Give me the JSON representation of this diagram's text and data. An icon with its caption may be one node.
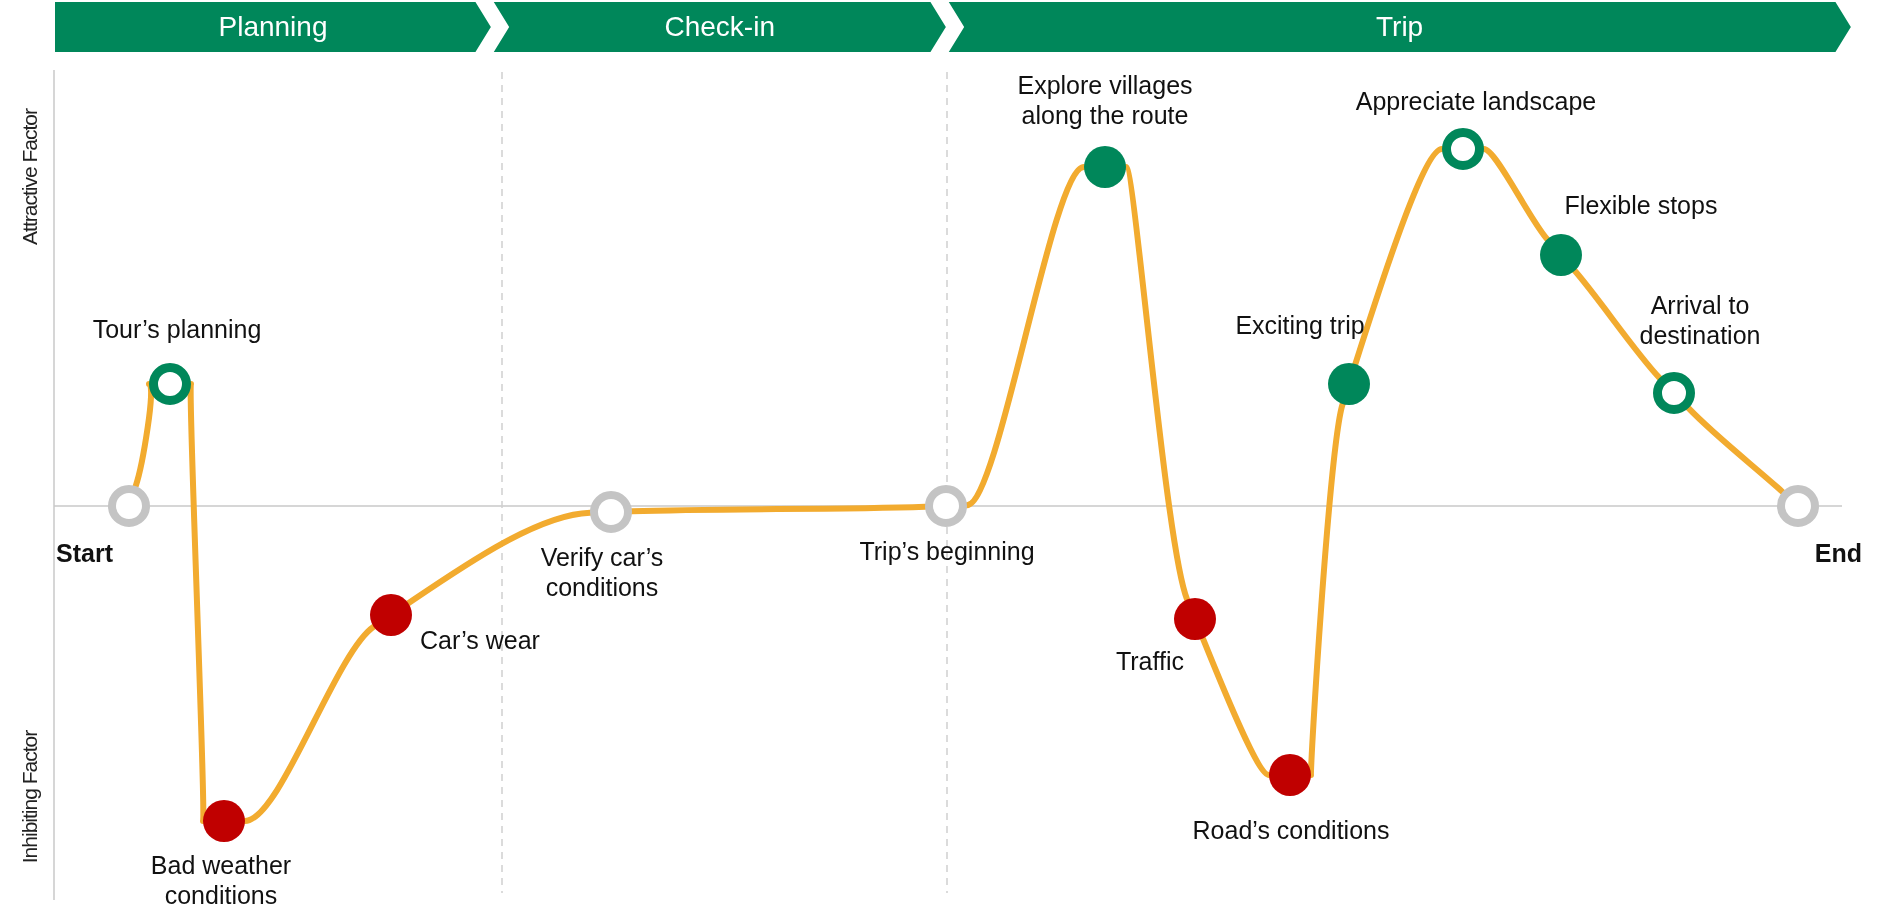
{
  "diagram": {
    "nodes": [
      {
        "text": [],
        "shape": "circle",
        "beside": [
          "Start"
        ]
      },
      {
        "text": [],
        "shape": "circle",
        "beside": [
          "Tour’s planning"
        ]
      },
      {
        "text": [],
        "shape": "circle",
        "beside": [
          "Bad weather conditions"
        ]
      },
      {
        "text": [],
        "shape": "circle",
        "beside": [
          "Car’s wear"
        ]
      },
      {
        "text": [],
        "shape": "circle",
        "beside": [
          "Verify car’s conditions"
        ]
      },
      {
        "text": [],
        "shape": "circle",
        "beside": [
          "Trip’s beginning"
        ]
      },
      {
        "text": [],
        "shape": "circle",
        "beside": [
          "Explore villages along the route"
        ]
      },
      {
        "text": [],
        "shape": "circle",
        "beside": [
          "Traffic"
        ]
      },
      {
        "text": [],
        "shape": "circle",
        "beside": [
          "Road’s conditions"
        ]
      },
      {
        "text": [],
        "shape": "circle",
        "beside": [
          "Exciting trip"
        ]
      },
      {
        "text": [],
        "shape": "circle",
        "beside": [
          "Appreciate landscape"
        ]
      },
      {
        "text": [],
        "shape": "circle",
        "beside": [
          "Flexible stops"
        ]
      },
      {
        "text": [],
        "shape": "circle",
        "beside": [
          "Arrival to destination"
        ]
      },
      {
        "text": [],
        "shape": "circle",
        "beside": [
          "End"
        ]
      }
    ],
    "edges": [
      {
        "from": 0,
        "to": 1,
        "arrow": "none"
      },
      {
        "from": 1,
        "to": 2,
        "arrow": "none"
      },
      {
        "from": 2,
        "to": 3,
        "arrow": "none"
      },
      {
        "from": 3,
        "to": 4,
        "arrow": "none"
      },
      {
        "from": 4,
        "to": 5,
        "arrow": "none"
      },
      {
        "from": 5,
        "to": 6,
        "arrow": "none"
      },
      {
        "from": 6,
        "to": 7,
        "arrow": "none"
      },
      {
        "from": 7,
        "to": 8,
        "arrow": "none"
      },
      {
        "from": 8,
        "to": 9,
        "arrow": "none"
      },
      {
        "from": 9,
        "to": 10,
        "arrow": "none"
      },
      {
        "from": 10,
        "to": 11,
        "arrow": "none"
      },
      {
        "from": 11,
        "to": 12,
        "arrow": "none"
      },
      {
        "from": 12,
        "to": 13,
        "arrow": "none"
      }
    ],
    "labels": [
      "Planning",
      "Check-in",
      "Trip",
      "Attractive Factor",
      "Inhibiting Factor"
    ]
  }
}
